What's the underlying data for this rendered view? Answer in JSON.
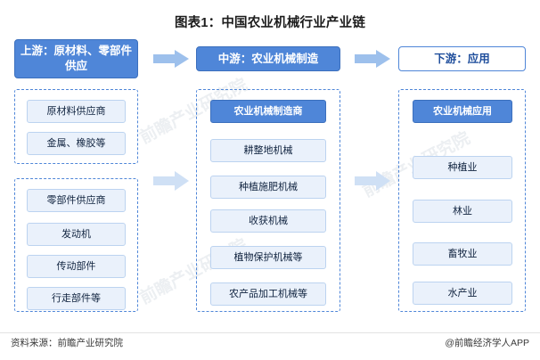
{
  "title": "图表1：中国农业机械行业产业链",
  "watermarks": [
    "前瞻产业研究院",
    "前瞻产业研究院",
    "前瞻产业研究院"
  ],
  "headers": {
    "upstream": "上游：原材料、零部件供应",
    "midstream": "中游：农业机械制造",
    "downstream": "下游：应用"
  },
  "upstream": {
    "group1": {
      "header": "原材料供应商",
      "items": [
        "金属、橡胶等"
      ]
    },
    "group2": {
      "header": "零部件供应商",
      "items": [
        "发动机",
        "传动部件",
        "行走部件等"
      ]
    }
  },
  "midstream": {
    "header": "农业机械制造商",
    "items": [
      "耕整地机械",
      "种植施肥机械",
      "收获机械",
      "植物保护机械等",
      "农产品加工机械等"
    ]
  },
  "downstream": {
    "header": "农业机械应用",
    "items": [
      "种植业",
      "林业",
      "畜牧业",
      "水产业"
    ]
  },
  "footer": {
    "source": "资料来源：前瞻产业研究院",
    "brand": "@前瞻经济学人APP"
  }
}
